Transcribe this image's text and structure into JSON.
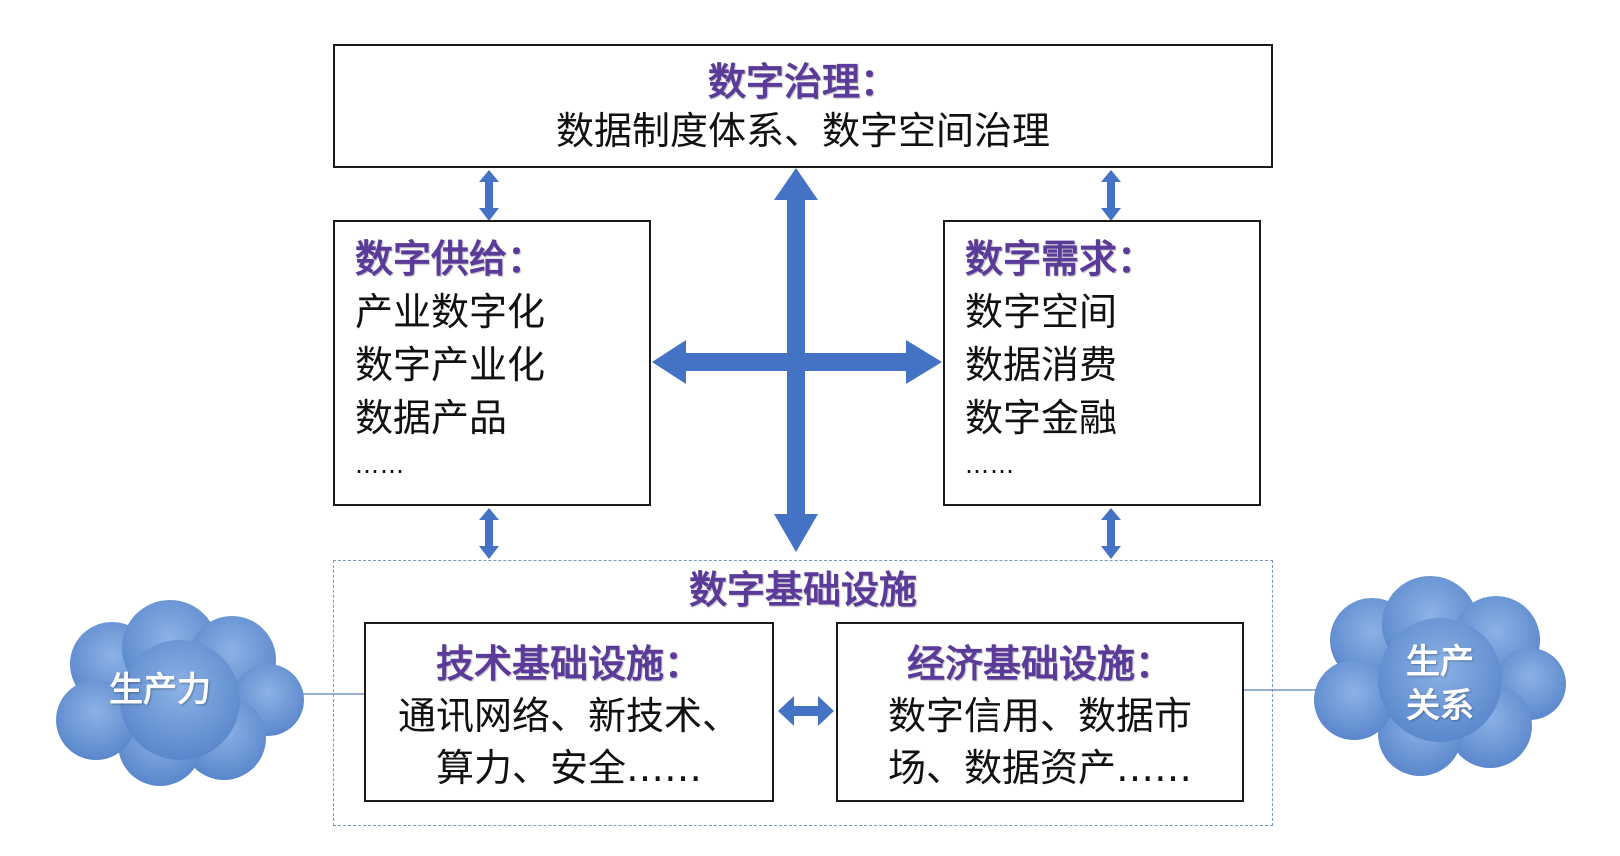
{
  "governance": {
    "title": "数字治理：",
    "body": "数据制度体系、数字空间治理"
  },
  "supply": {
    "title": "数字供给：",
    "lines": [
      "产业数字化",
      "数字产业化",
      "数据产品"
    ],
    "ellipsis": "……"
  },
  "demand": {
    "title": "数字需求：",
    "lines": [
      "数字空间",
      "数据消费",
      "数字金融"
    ],
    "ellipsis": "……"
  },
  "infrastructure": {
    "title": "数字基础设施",
    "tech": {
      "title": "技术基础设施：",
      "lines": [
        "通讯网络、新技术、",
        "算力、安全……"
      ]
    },
    "econ": {
      "title": "经济基础设施：",
      "lines": [
        "数字信用、数据市",
        "场、数据资产……"
      ]
    }
  },
  "clouds": {
    "left": "生产力",
    "right_line1": "生产",
    "right_line2": "关系"
  },
  "colors": {
    "title_purple": "#5b3a9a",
    "arrow_blue": "#4472c4",
    "cloud_blue": "#6d9ad8",
    "dashed_border": "#7a95c8"
  }
}
